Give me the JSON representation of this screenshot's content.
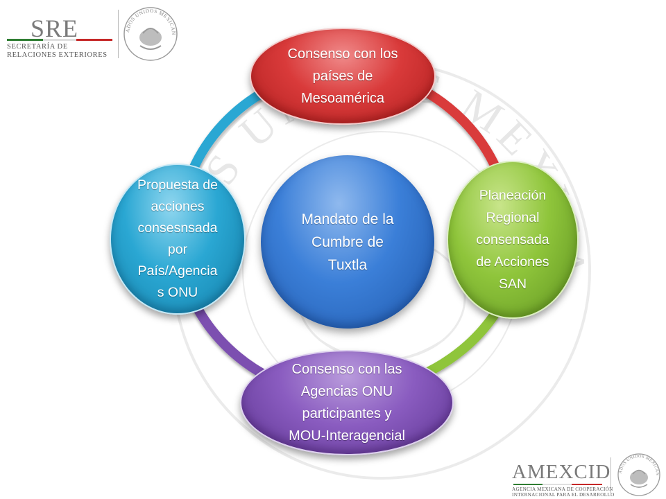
{
  "header": {
    "logo_text": "SRE",
    "subtitle_line1": "SECRETARÍA DE",
    "subtitle_line2": "RELACIONES EXTERIORES",
    "seal_text": "ESTADOS UNIDOS MEXICANOS"
  },
  "footer": {
    "logo_text": "AMEXCID",
    "subtitle_line1": "AGENCIA MEXICANA DE COOPERACIÓN",
    "subtitle_line2": "INTERNACIONAL PARA EL DESARROLLO",
    "seal_text": "ESTADOS UNIDOS MEXICANOS"
  },
  "watermark": {
    "text": "ESTADOS UNIDOS MEXICANOS"
  },
  "diagram": {
    "center": "Mandato de la\nCumbre de\nTuxtla",
    "nodes": {
      "top": "Consenso con los\npaíses de\nMesoamérica",
      "right": "Planeación\nRegional\nconsensada\nde Acciones\nSAN",
      "bottom": "Consenso con las\nAgencias ONU\nparticipantes y\nMOU-Interagencial",
      "left": "Propuesta de\nacciones\nconsesnsada\npor\nPaís/Agencia\ns ONU"
    },
    "ring_colors": {
      "red": "#d93a3a",
      "green": "#8fc53b",
      "purple": "#7b4fb0",
      "cyan": "#2aa7d3"
    }
  },
  "colors": {
    "mexico_green": "#2e7d32",
    "mexico_red": "#c62828",
    "logo_gray": "#7a7a7a"
  }
}
